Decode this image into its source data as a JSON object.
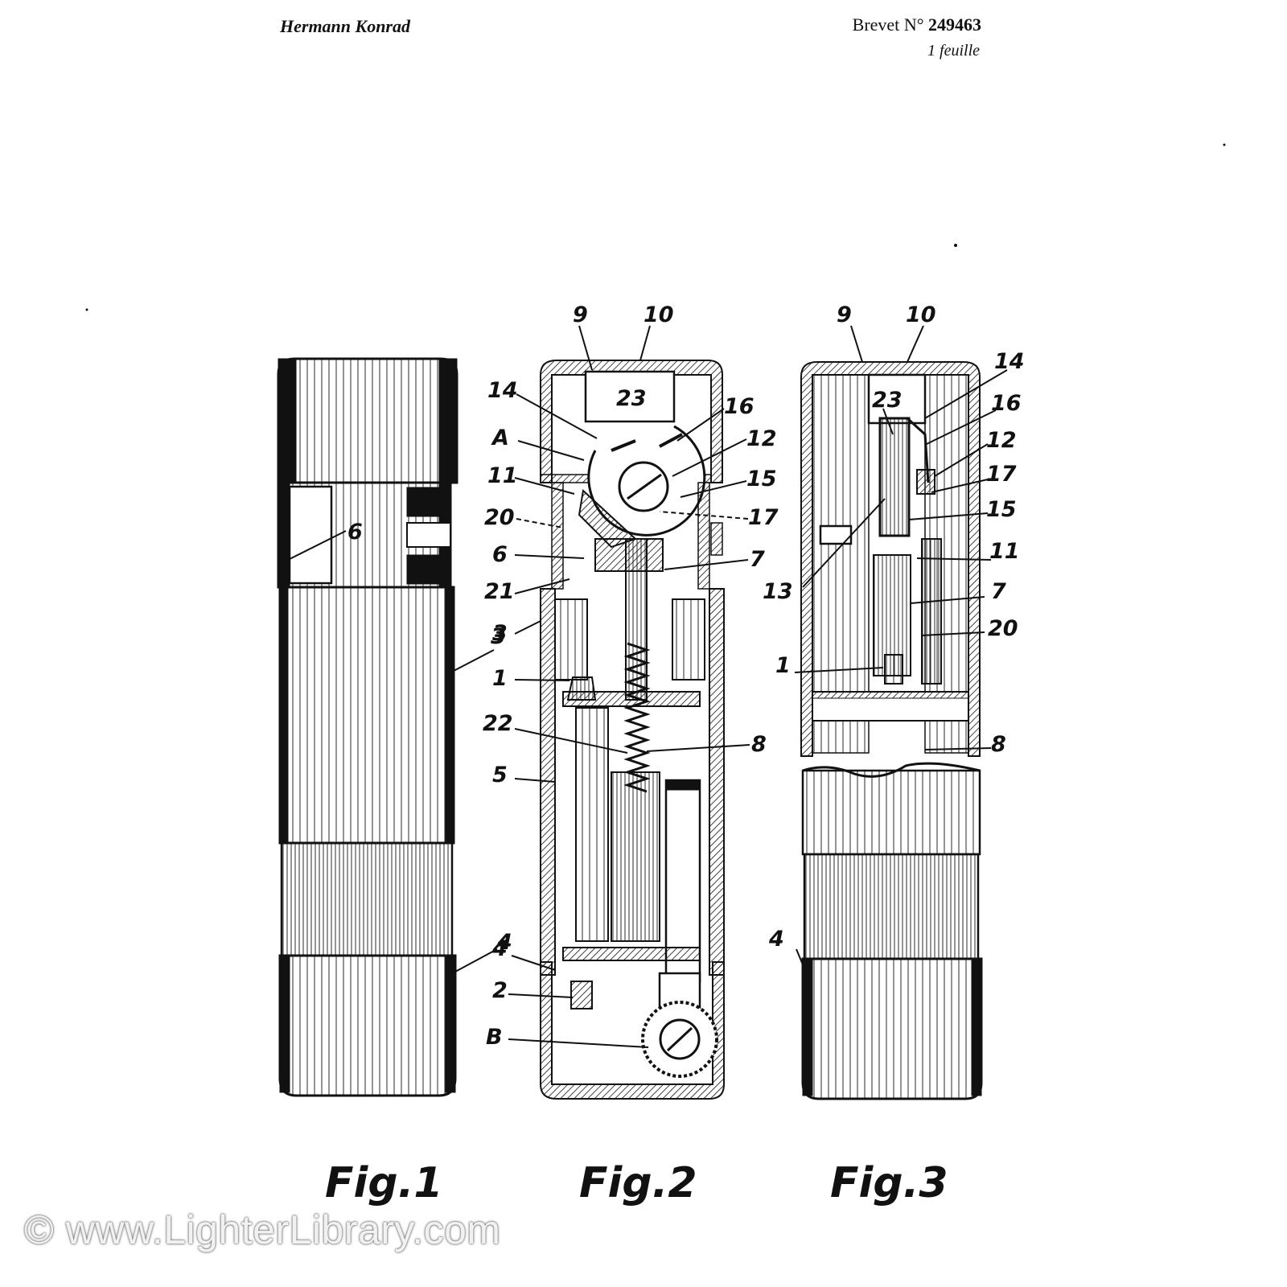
{
  "header": {
    "inventor": "Hermann Konrad",
    "patent_prefix": "Brevet",
    "patent_no_sign": "N°",
    "patent_number": "249463",
    "sheets": "1 feuille"
  },
  "figures": {
    "fig1": {
      "caption": "Fig.1",
      "labels": [
        "6",
        "3",
        "4"
      ]
    },
    "fig2": {
      "caption": "Fig.2",
      "labels": [
        "9",
        "10",
        "23",
        "14",
        "16",
        "A",
        "12",
        "11",
        "15",
        "20",
        "17",
        "6",
        "7",
        "21",
        "3",
        "1",
        "22",
        "8",
        "5",
        "4",
        "2",
        "B"
      ]
    },
    "fig3": {
      "caption": "Fig.3",
      "labels": [
        "9",
        "10",
        "14",
        "23",
        "16",
        "12",
        "17",
        "15",
        "11",
        "13",
        "7",
        "20",
        "1",
        "8",
        "4"
      ]
    }
  },
  "watermark": "© www.LighterLibrary.com",
  "colors": {
    "ink": "#111111",
    "paper": "#ffffff"
  }
}
